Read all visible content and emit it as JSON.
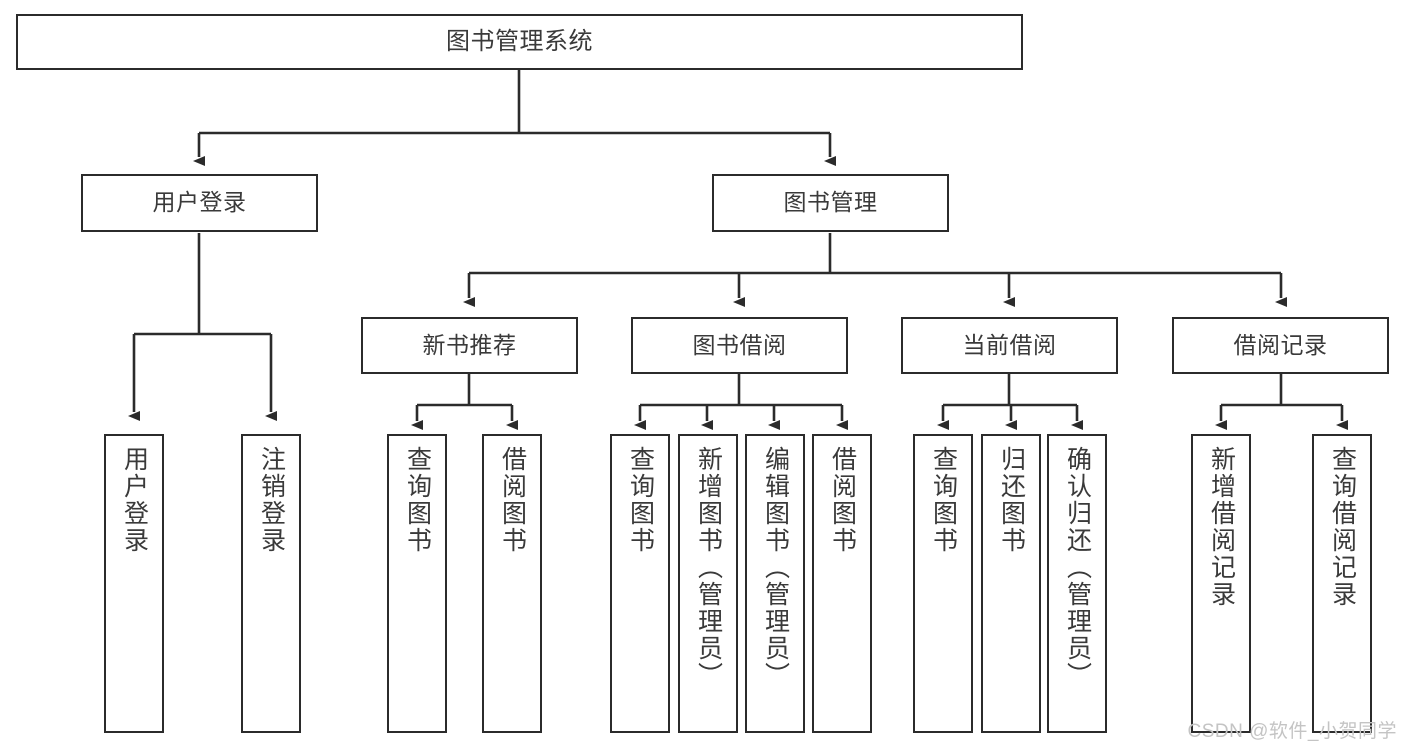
{
  "diagram": {
    "title": "图书管理系统",
    "watermark": "CSDN @软件_小贺同学",
    "colors": {
      "stroke": "#2b2b2b",
      "text": "#3a3a3a",
      "background": "#ffffff",
      "watermark": "#c4c4c4"
    },
    "nodes": {
      "root": {
        "label": "图书管理系统"
      },
      "level1": [
        {
          "label": "用户登录"
        },
        {
          "label": "图书管理"
        }
      ],
      "level2": [
        {
          "label": "新书推荐"
        },
        {
          "label": "图书借阅"
        },
        {
          "label": "当前借阅"
        },
        {
          "label": "借阅记录"
        }
      ],
      "leaves": {
        "user_login": [
          {
            "label": "用户登录"
          },
          {
            "label": "注销登录"
          }
        ],
        "new_book_recommend": [
          {
            "label": "查询图书"
          },
          {
            "label": "借阅图书"
          }
        ],
        "book_borrow": [
          {
            "label": "查询图书"
          },
          {
            "label": "新增图书（管理员）"
          },
          {
            "label": "编辑图书（管理员）"
          },
          {
            "label": "借阅图书"
          }
        ],
        "current_borrow": [
          {
            "label": "查询图书"
          },
          {
            "label": "归还图书"
          },
          {
            "label": "确认归还（管理员）"
          }
        ],
        "borrow_record": [
          {
            "label": "新增借阅记录"
          },
          {
            "label": "查询借阅记录"
          }
        ]
      }
    }
  }
}
